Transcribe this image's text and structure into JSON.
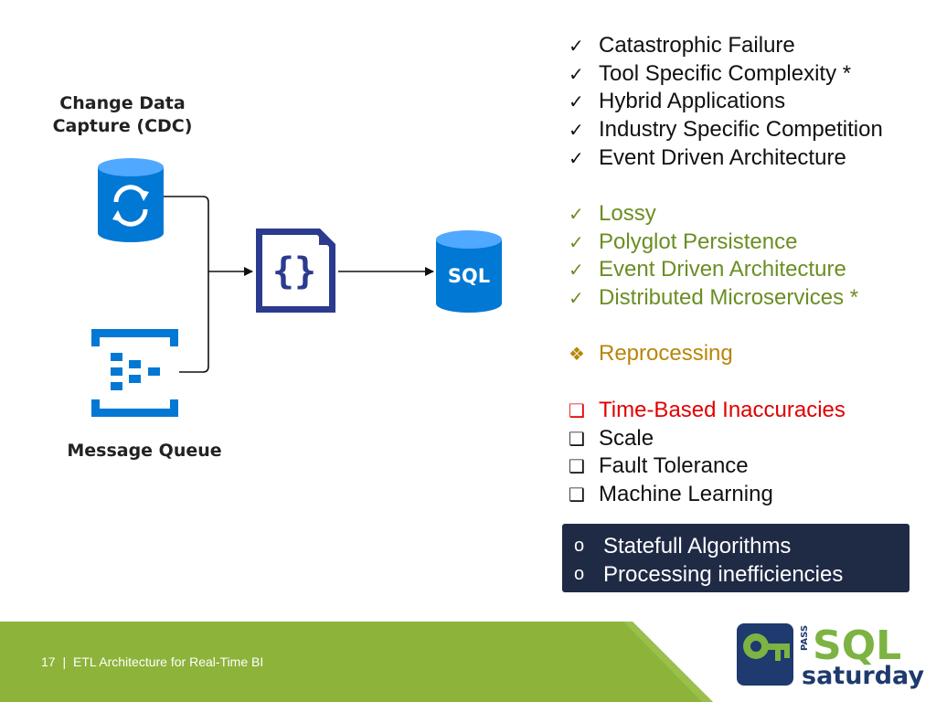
{
  "diagram": {
    "cdc_label_line1": "Change Data",
    "cdc_label_line2": "Capture (CDC)",
    "mq_label": "Message Queue",
    "json_icon_text": "{}",
    "sql_icon_text": "SQL",
    "colors": {
      "azure_blue": "#0078d4",
      "navy": "#2b3b8f",
      "connector": "#111111"
    }
  },
  "list_groups": [
    {
      "marker": "check",
      "items": [
        {
          "text": "Catastrophic Failure",
          "color": "#111111"
        },
        {
          "text": "Tool Specific Complexity *",
          "color": "#111111"
        },
        {
          "text": "Hybrid Applications",
          "color": "#111111"
        },
        {
          "text": "Industry Specific Competition",
          "color": "#111111"
        },
        {
          "text": "Event Driven Architecture",
          "color": "#111111"
        }
      ]
    },
    {
      "marker": "check",
      "items": [
        {
          "text": "Lossy",
          "color": "#6b8e23"
        },
        {
          "text": "Polyglot Persistence",
          "color": "#6b8e23"
        },
        {
          "text": "Event Driven Architecture",
          "color": "#6b8e23"
        },
        {
          "text": "Distributed Microservices *",
          "color": "#6b8e23"
        }
      ]
    },
    {
      "marker": "diamond",
      "items": [
        {
          "text": "Reprocessing",
          "color": "#b8860b"
        }
      ]
    },
    {
      "marker": "box",
      "items": [
        {
          "text": "Time-Based Inaccuracies",
          "color": "#e00000"
        },
        {
          "text": "Scale",
          "color": "#111111"
        },
        {
          "text": "Fault Tolerance",
          "color": "#111111"
        },
        {
          "text": "Machine Learning",
          "color": "#111111"
        }
      ]
    }
  ],
  "highlight_box": {
    "items": [
      "Statefull Algorithms",
      "Processing inefficiencies"
    ],
    "background": "#1f2a45"
  },
  "footer": {
    "page_number": "17",
    "separator": "|",
    "title": "ETL Architecture for Real-Time BI",
    "bar_color": "#8db33a"
  },
  "logo": {
    "pass_text": "PASS",
    "sql_text": "SQL",
    "saturday_text": "saturday",
    "colors": {
      "green": "#7cb342",
      "navy": "#1e3a6e"
    }
  }
}
